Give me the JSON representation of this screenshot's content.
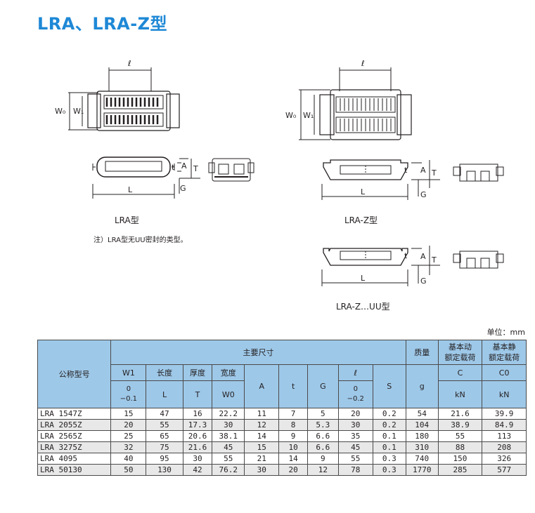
{
  "title": "LRA、LRA-Z型",
  "figures": {
    "caption_lra": "LRA型",
    "caption_lraz": "LRA-Z型",
    "caption_lrazuu": "LRA-Z…UU型",
    "note": "注）LRA型无UU密封的类型。",
    "labels": {
      "l": "ℓ",
      "W0": "W0",
      "W1": "W1",
      "L": "L",
      "t": "t",
      "A": "A",
      "T": "T",
      "G": "G"
    }
  },
  "unit": "单位：mm",
  "table": {
    "header": {
      "model": "公称型号",
      "main_dims": "主要尺寸",
      "mass": "质量",
      "dyn_load": "基本动\n额定载荷",
      "stat_load": "基本静\n额定载荷",
      "length": "长度",
      "thickness": "厚度",
      "width": "宽度",
      "W1": "W1",
      "W1_tol": "0\n−0.1",
      "L": "L",
      "T": "T",
      "W0": "W0",
      "A": "A",
      "t": "t",
      "G": "G",
      "l": "ℓ",
      "l_tol": "0\n−0.2",
      "S": "S",
      "g": "g",
      "C": "C",
      "kN1": "kN",
      "C0": "C0",
      "kN2": "kN"
    },
    "rows": [
      [
        "LRA 1547Z",
        "15",
        "47",
        "16",
        "22.2",
        "11",
        "7",
        "5",
        "20",
        "0.2",
        "54",
        "21.6",
        "39.9"
      ],
      [
        "LRA 2055Z",
        "20",
        "55",
        "17.3",
        "30",
        "12",
        "8",
        "5.3",
        "30",
        "0.2",
        "104",
        "38.9",
        "84.9"
      ],
      [
        "LRA 2565Z",
        "25",
        "65",
        "20.6",
        "38.1",
        "14",
        "9",
        "6.6",
        "35",
        "0.1",
        "180",
        "55",
        "113"
      ],
      [
        "LRA 3275Z",
        "32",
        "75",
        "21.6",
        "45",
        "15",
        "10",
        "6.6",
        "45",
        "0.1",
        "310",
        "88",
        "208"
      ],
      [
        "LRA 4095",
        "40",
        "95",
        "30",
        "55",
        "21",
        "14",
        "9",
        "55",
        "0.3",
        "740",
        "150",
        "326"
      ],
      [
        "LRA 50130",
        "50",
        "130",
        "42",
        "76.2",
        "30",
        "20",
        "12",
        "78",
        "0.3",
        "1770",
        "285",
        "577"
      ]
    ]
  }
}
